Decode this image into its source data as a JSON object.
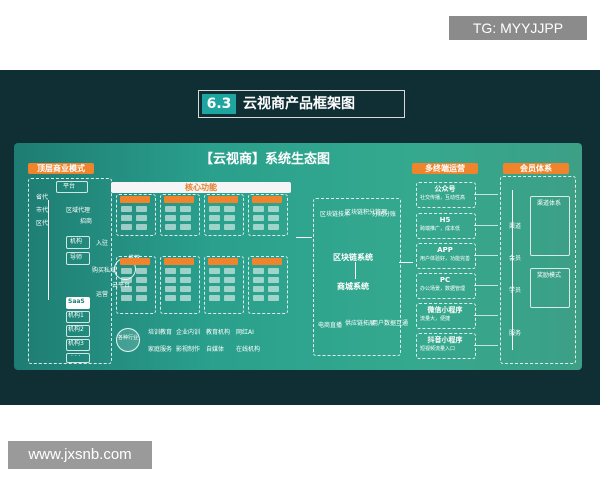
{
  "watermarks": {
    "top": "TG: MYYJJPP",
    "bottom": "www.jxsnb.com"
  },
  "title": {
    "number": "6.3",
    "text": "云视商产品框架图"
  },
  "diagram": {
    "heading": "【云视商】系统生态图",
    "sections": {
      "top_model": "顶层商业模式",
      "core": "核心功能",
      "multi_channel": "多终端运营",
      "member": "会员体系"
    },
    "left_items": [
      "平台",
      "省代",
      "市代",
      "区代",
      "机构",
      "导师",
      "SaaS",
      "机构1",
      "机构2",
      "机构3",
      "· · ·"
    ],
    "left_small": [
      "区域代理",
      "招商",
      "入驻",
      "推荐",
      "购买私域",
      "运营"
    ],
    "cloud_label": "云平台",
    "core_row3": [
      "培训教育",
      "企业内训",
      "教育机构",
      "网红AI",
      "家庭服务",
      "影视制作",
      "自媒体",
      "在线机构"
    ],
    "core_bottom_label": "各种行业",
    "blockchain": {
      "top_items": [
        "区块链技术",
        "区块链积分管理",
        "分润分账"
      ],
      "chain_system": "区块链系统",
      "mall_system": "商城系统",
      "bottom_items": [
        "电商直播",
        "供应链拓展",
        "用户数据互通"
      ]
    },
    "channels": [
      "公众号",
      "H5",
      "APP",
      "PC",
      "微信小程序",
      "抖音小程序"
    ],
    "channel_descs": [
      "社交传播，互动性高",
      "跨端推广，成本低",
      "用户体验好，功能完善",
      "办公场景，数据管理",
      "流量大，便捷",
      "短视频流量入口"
    ],
    "member_items": [
      "渠道",
      "会员",
      "学员",
      "服务"
    ],
    "member_boxes": [
      "渠道体系",
      "奖励模式"
    ]
  },
  "colors": {
    "accent_orange": "#f0842c",
    "teal": "#1fa59f",
    "panel_bg": "#0f2f35"
  }
}
